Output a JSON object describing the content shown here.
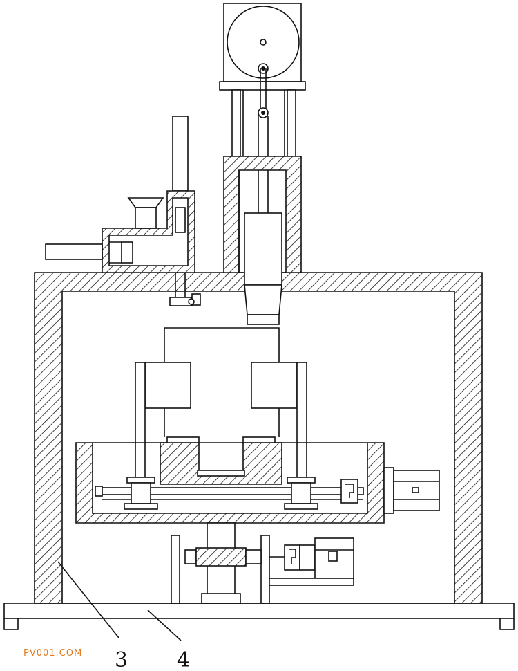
{
  "labels": {
    "callout_3": "3",
    "callout_4": "4"
  },
  "watermark": {
    "text": "PV001.COM",
    "color": "#e07a1f"
  },
  "colors": {
    "line": "#111111",
    "background": "#ffffff"
  }
}
